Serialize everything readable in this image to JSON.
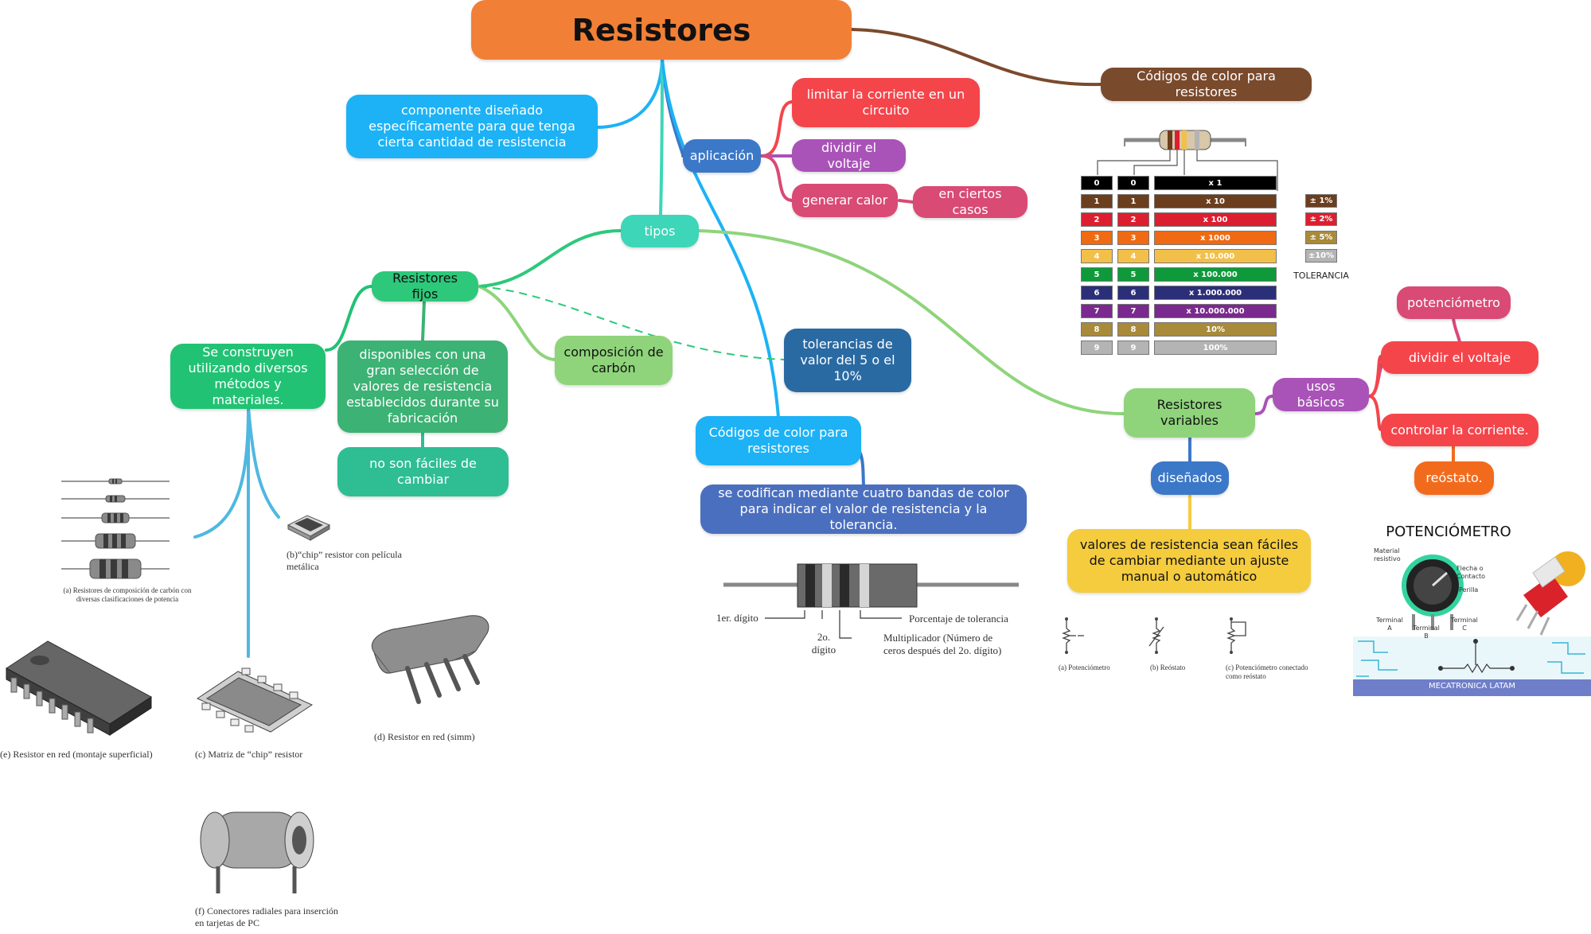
{
  "nodes": {
    "title": "Resistores",
    "definicion": "componente diseñado específicamente para que tenga cierta cantidad de resistencia",
    "aplicacion": "aplicación",
    "limitar": "limitar la corriente en un circuito",
    "dividir_voltaje_app": "dividir el voltaje",
    "generar_calor": "generar calor",
    "ciertos_casos": "en ciertos casos",
    "codigos_color_top": "Códigos de color para resistores",
    "tipos": "tipos",
    "fijos": "Resistores fijos",
    "construyen": "Se construyen utilizando diversos métodos y materiales.",
    "disponibles": "disponibles con una gran selección de valores de resistencia establecidos durante su fabricación",
    "no_faciles": "no son fáciles de cambiar",
    "carbon": "composición de carbón",
    "tolerancias": "tolerancias de valor del 5 o el 10%",
    "codigos_color_mid": "Códigos de color para resistores",
    "codifican": "se codifican mediante cuatro bandas de color para indicar el valor de resistencia y la tolerancia.",
    "variables": "Resistores variables",
    "usos": "usos básicos",
    "potenciometro": "potenciómetro",
    "dividir_voltaje_var": "dividir el voltaje",
    "controlar": "controlar la corriente.",
    "reostato": "reóstato.",
    "disenados": "diseñados",
    "valores_faciles": "valores de resistencia sean fáciles de cambiar mediante un ajuste manual o automático"
  },
  "figures": {
    "a": "(a) Resistores de composición de carbón con diversas clasificaciones de potencia",
    "b": "(b)“chip” resistor con película metálica",
    "c": "(c) Matriz de “chip” resistor",
    "d": "(d) Resistor en red (simm)",
    "e": "(e) Resistor en red (montaje superficial)",
    "f": "(f) Conectores radiales para inserción en tarjetas de PC"
  },
  "band_diagram": {
    "first_digit": "1er. dígito",
    "second_digit": "2o. dígito",
    "multiplier": "Multiplicador (Número de ceros después del 2o. dígito)",
    "tolerance": "Porcentaje de tolerancia"
  },
  "color_code": {
    "rows": [
      {
        "d1": "0",
        "d2": "0",
        "mult": "x 1",
        "color": "#000000"
      },
      {
        "d1": "1",
        "d2": "1",
        "mult": "x 10",
        "color": "#6b3e1e"
      },
      {
        "d1": "2",
        "d2": "2",
        "mult": "x 100",
        "color": "#dc1f30"
      },
      {
        "d1": "3",
        "d2": "3",
        "mult": "x 1000",
        "color": "#ef6a12"
      },
      {
        "d1": "4",
        "d2": "4",
        "mult": "x 10.000",
        "color": "#f2c04a"
      },
      {
        "d1": "5",
        "d2": "5",
        "mult": "x 100.000",
        "color": "#0e9a3a"
      },
      {
        "d1": "6",
        "d2": "6",
        "mult": "x 1.000.000",
        "color": "#2b2f78"
      },
      {
        "d1": "7",
        "d2": "7",
        "mult": "x 10.000.000",
        "color": "#7a2a8e"
      },
      {
        "d1": "8",
        "d2": "8",
        "mult": "10%",
        "color": "#a88a3a"
      },
      {
        "d1": "9",
        "d2": "9",
        "mult": "100%",
        "color": "#b4b4b4"
      }
    ],
    "tolerances": [
      {
        "label": "± 1%",
        "color": "#6b3e1e"
      },
      {
        "label": "± 2%",
        "color": "#dc1f30"
      },
      {
        "label": "± 5%",
        "color": "#a88a3a"
      },
      {
        "label": "±10%",
        "color": "#b4b4b4"
      }
    ],
    "tolerance_title": "TOLERANCIA"
  },
  "schematics": {
    "a": "(a) Potenciómetro",
    "b": "(b) Reóstato",
    "c": "(c) Potenciómetro conectado como reóstato"
  },
  "pot_figure": {
    "title": "POTENCIÓMETRO",
    "material": "Material resistivo",
    "flecha": "Flecha o Contacto",
    "perilla": "Perilla",
    "terminal_a": "Terminal A",
    "terminal_b": "Terminal B",
    "terminal_c": "Terminal C",
    "footer": "MECATRONICA LATAM"
  },
  "colors": {
    "title": "#f27f36",
    "definicion": "#1db2f5",
    "aplicacion": "#3c78c8",
    "limitar": "#f4454b",
    "dividir_app": "#a953b8",
    "generar": "#d94a75",
    "codigos_top": "#7a4a2d",
    "tipos": "#3dd6b8",
    "fijos": "#2ec87a",
    "construyen": "#21c274",
    "disponibles": "#3cb274",
    "no_faciles": "#2fbd94",
    "carbon": "#8fd47b",
    "tolerancias": "#2a6aa3",
    "codigos_mid": "#1db2f5",
    "codifican": "#4a6fbf",
    "variables": "#8fd47b",
    "usos": "#a953b8",
    "potenciometro": "#d94a75",
    "dividir_var": "#f4454b",
    "controlar": "#f4454b",
    "reostato": "#f26b1d",
    "disenados": "#3c78c8",
    "valores": "#f5cc3e"
  }
}
